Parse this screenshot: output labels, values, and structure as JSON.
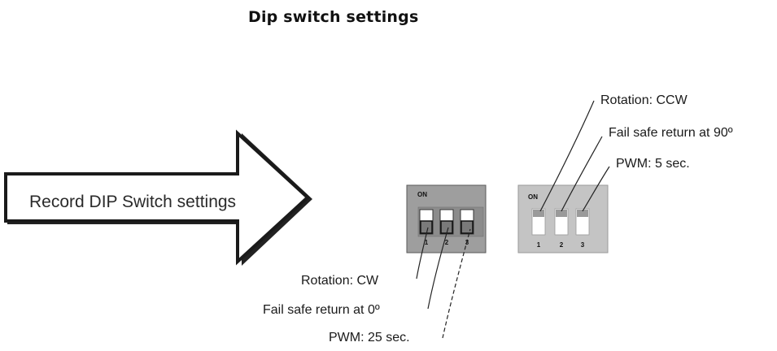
{
  "title": "Dip switch settings",
  "arrow_label": "Record DIP Switch settings",
  "left_block": {
    "on_label": "ON",
    "switch_numbers": [
      "1",
      "2",
      "3"
    ],
    "switch_states": [
      "off",
      "off",
      "off"
    ],
    "annotations": [
      "Rotation: CW",
      "Fail safe return at 0º",
      "PWM: 25 sec."
    ]
  },
  "right_block": {
    "on_label": "ON",
    "switch_numbers": [
      "1",
      "2",
      "3"
    ],
    "switch_states": [
      "on",
      "on",
      "on"
    ],
    "annotations": [
      "Rotation: CCW",
      "Fail safe return at 90º",
      "PWM: 5 sec."
    ]
  }
}
